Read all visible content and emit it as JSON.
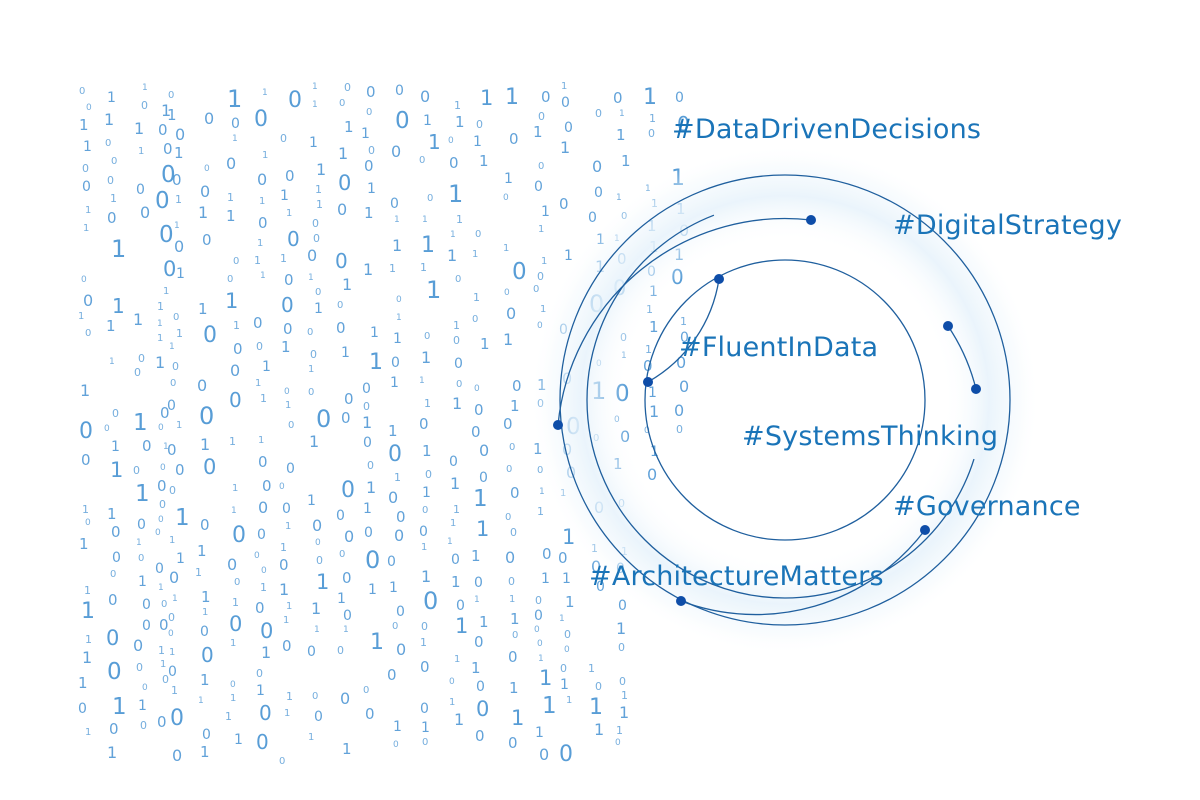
{
  "hashtags": [
    "#DataDrivenDecisions",
    "#DigitalStrategy",
    "#FluentInData",
    "#SystemsThinking",
    "#Governance",
    "#ArchitectureMatters"
  ],
  "binary_digits": [
    "0",
    "1"
  ],
  "colors": {
    "background": "#ffffff",
    "tag_text": "#1a74b8",
    "binary": "#3c8cd0",
    "ring": "#1f5f9e",
    "node": "#0e4da8",
    "glow": "#e8f3fb"
  },
  "icons": [
    "binary-rain-graphic",
    "concentric-ring-graphic",
    "node-dot"
  ]
}
